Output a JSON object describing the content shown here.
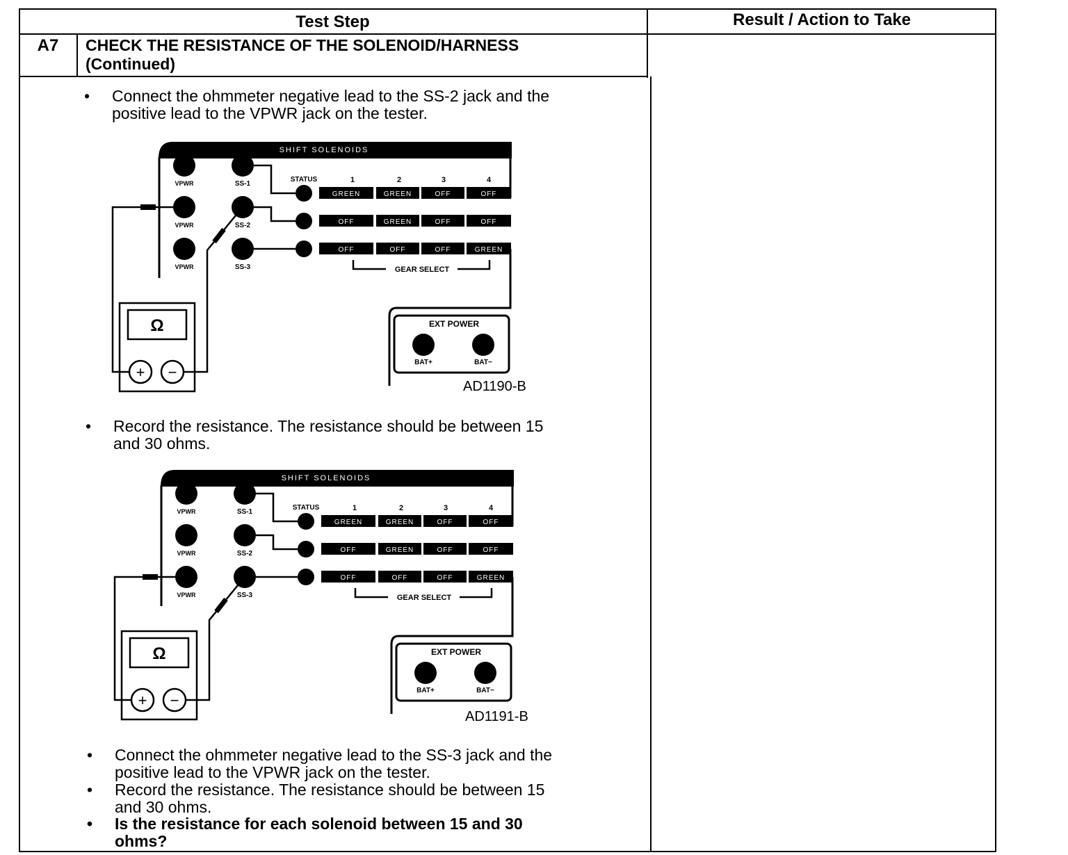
{
  "table": {
    "col_test_step": "Test Step",
    "col_result": "Result / Action to Take"
  },
  "step": {
    "id": "A7",
    "title_line1": "CHECK THE RESISTANCE OF THE SOLENOID/HARNESS",
    "title_line2": "(Continued)"
  },
  "bullets": [
    {
      "line1": "Connect the ohmmeter negative lead to the SS-2 jack and the",
      "line2": "positive lead to the VPWR jack on the tester."
    },
    {
      "line1": "Record the resistance. The resistance should be between 15",
      "line2": "and 30 ohms."
    },
    {
      "line1": "Connect the ohmmeter negative lead to the SS-3 jack and the",
      "line2": "positive lead to the VPWR jack on the tester."
    },
    {
      "line1": "Record the resistance. The resistance should be between 15",
      "line2": "and 30 ohms."
    },
    {
      "line1": "Is the resistance for each solenoid between 15 and 30",
      "line2": "ohms?"
    }
  ],
  "bullet_symbol": "•",
  "diagram": {
    "panel_title": "SHIFT SOLENOIDS",
    "status_label": "STATUS",
    "gear_numbers": [
      "1",
      "2",
      "3",
      "4"
    ],
    "jack_vpwr": "VPWR",
    "jack_ss1": "SS-1",
    "jack_ss2": "SS-2",
    "jack_ss3": "SS-3",
    "rows": [
      [
        "GREEN",
        "GREEN",
        "OFF",
        "OFF"
      ],
      [
        "OFF",
        "GREEN",
        "OFF",
        "OFF"
      ],
      [
        "OFF",
        "OFF",
        "OFF",
        "GREEN"
      ]
    ],
    "gear_select": "GEAR SELECT",
    "ext_power": "EXT POWER",
    "bat_plus": "BAT+",
    "bat_minus": "BAT−",
    "ohm_symbol": "Ω",
    "plus": "+",
    "minus": "−"
  },
  "figures": [
    {
      "id": "AD1190-B"
    },
    {
      "id": "AD1191-B"
    }
  ]
}
